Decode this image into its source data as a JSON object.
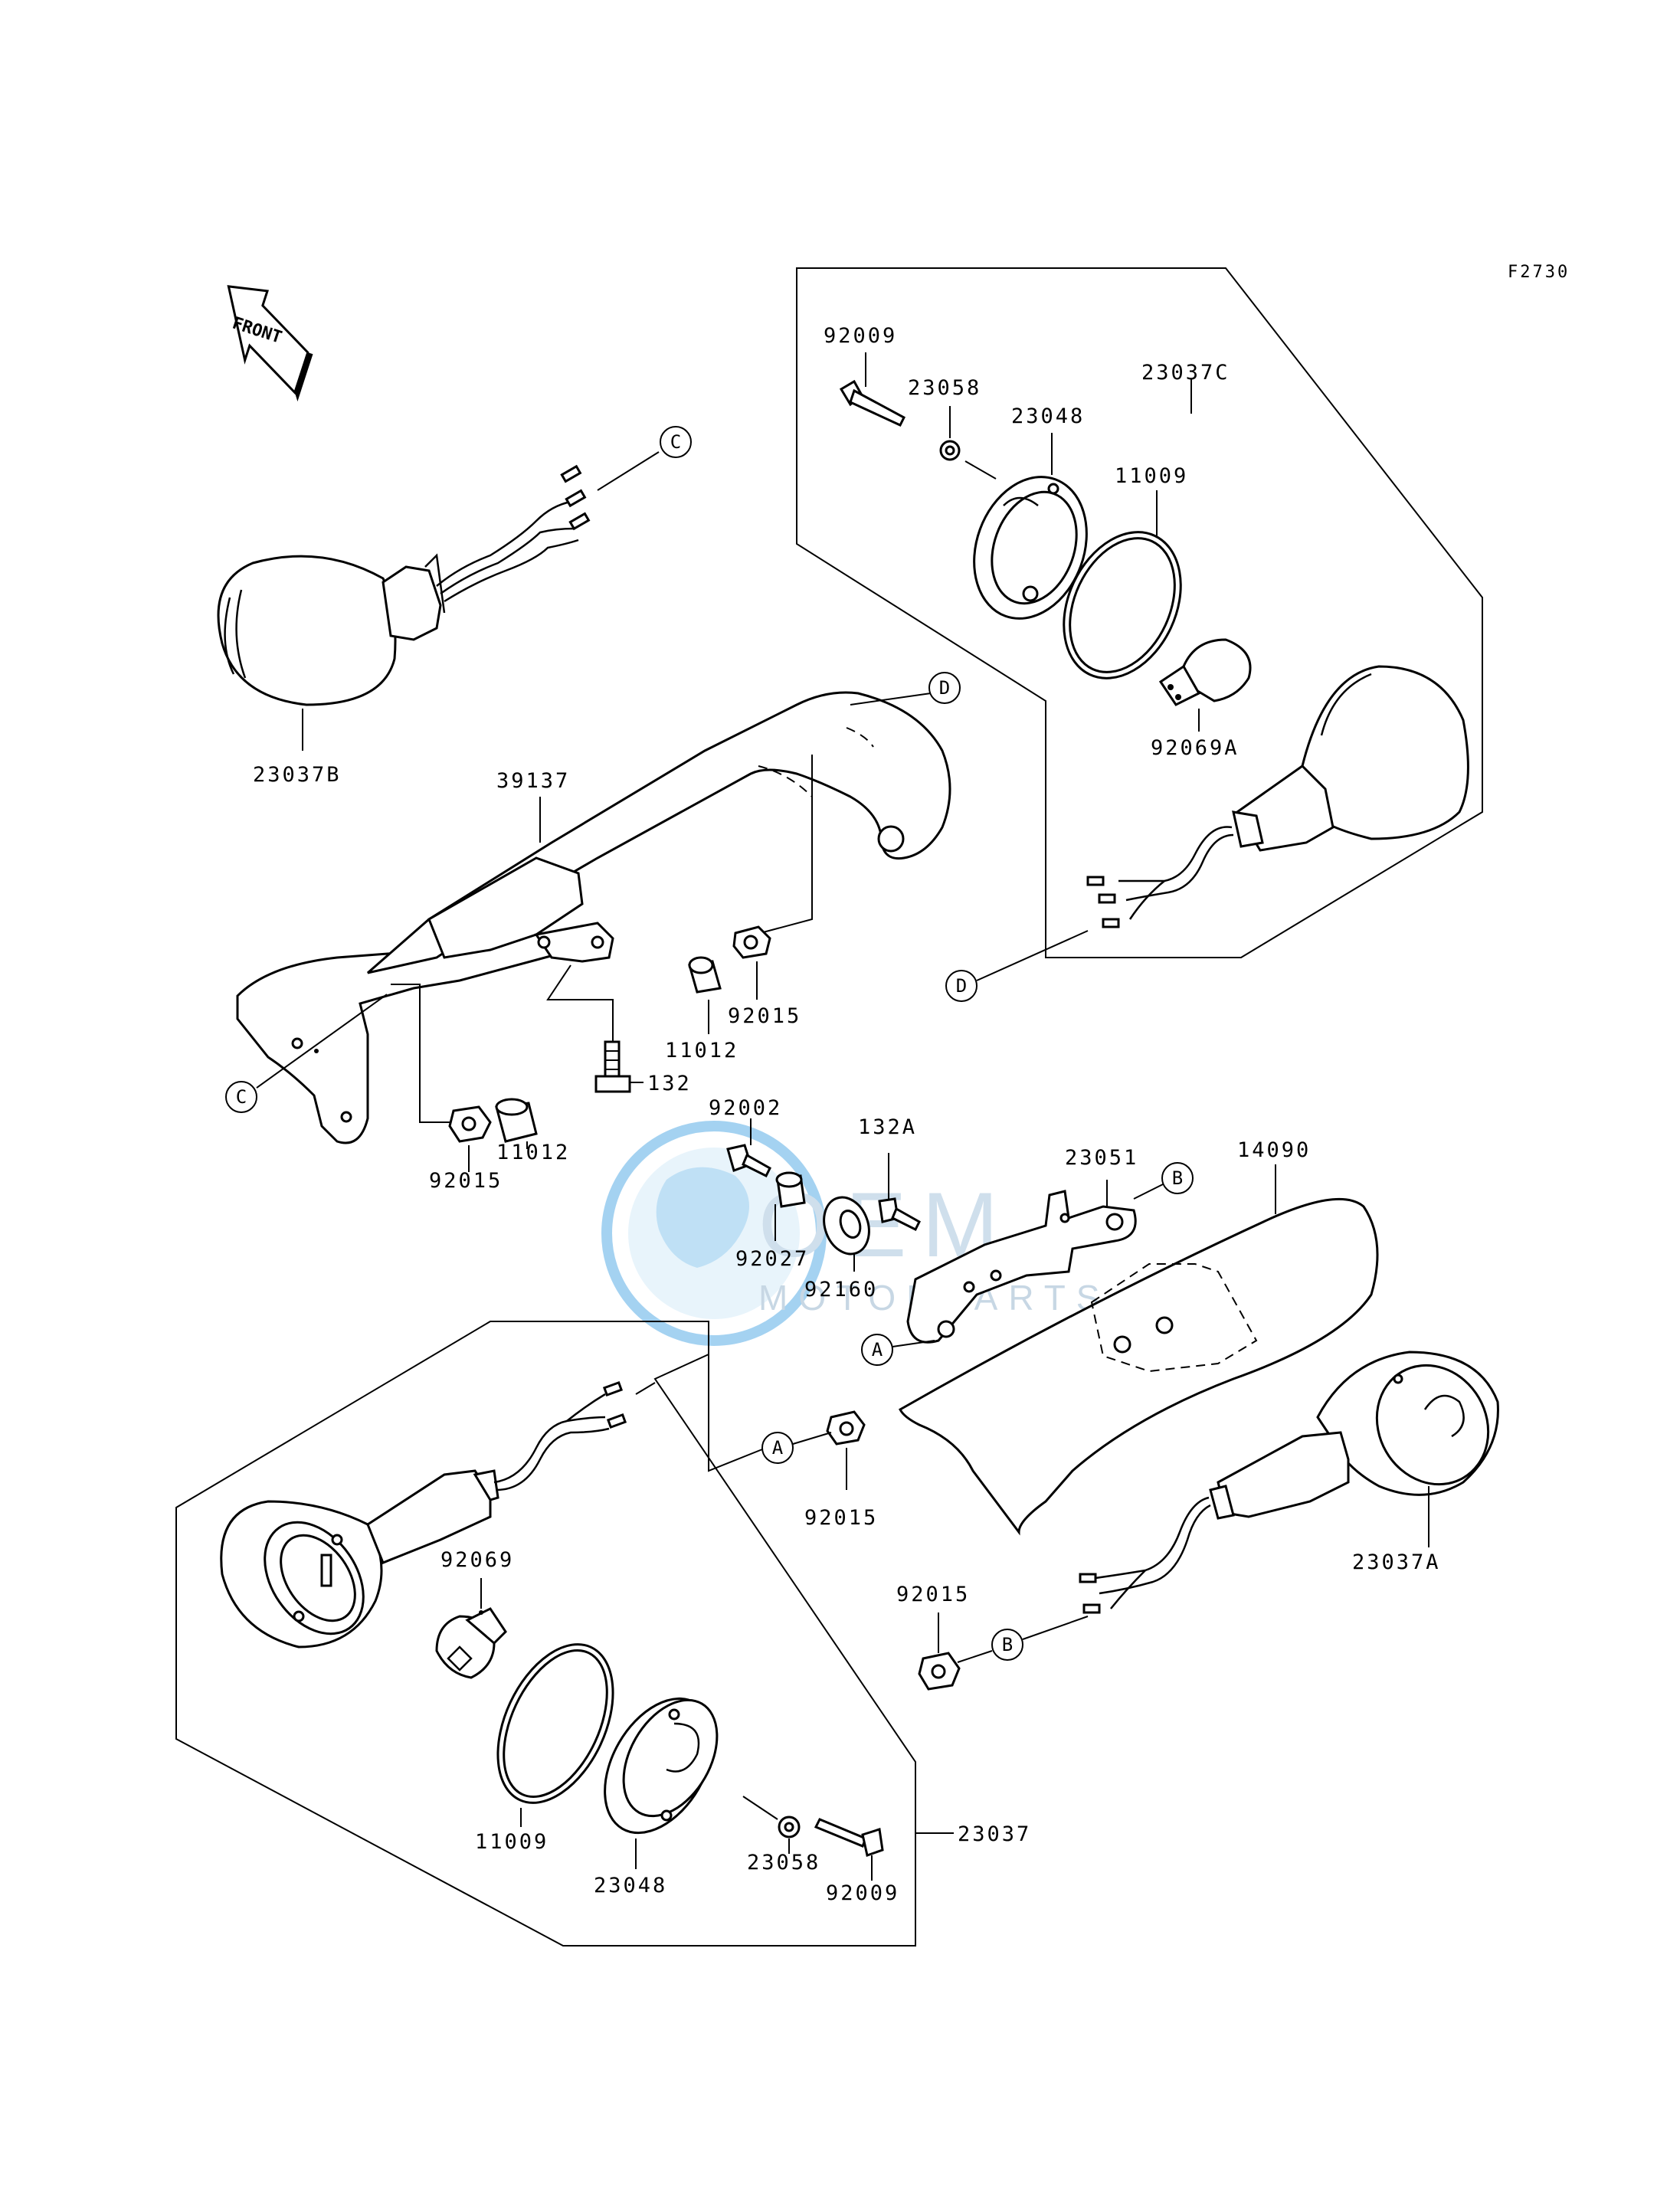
{
  "diagram_code": "F2730",
  "front_label": "FRONT",
  "watermark": {
    "line1": "OEM",
    "line2": "MOTORPARTS",
    "color": "#4a9fd8"
  },
  "callouts": {
    "p92009_top": "92009",
    "p23058_top": "23058",
    "p23048_top": "23048",
    "p23037C": "23037C",
    "p11009_top": "11009",
    "p92069A": "92069A",
    "p23037B": "23037B",
    "p39137": "39137",
    "p11012_mid": "11012",
    "p92015_mid": "92015",
    "p132": "132",
    "p11012_low": "11012",
    "p92015_left": "92015",
    "p92002": "92002",
    "p132A": "132A",
    "p23051": "23051",
    "p14090": "14090",
    "p92027": "92027",
    "p92160": "92160",
    "p92015_A": "92015",
    "p92069": "92069",
    "p23037A": "23037A",
    "p92015_B": "92015",
    "p11009_low": "11009",
    "p23048_low": "23048",
    "p23058_low": "23058",
    "p92009_low": "92009",
    "p23037": "23037"
  },
  "refs": {
    "c_top": "C",
    "c_left": "C",
    "d_top": "D",
    "d_low": "D",
    "b_right": "B",
    "b_low": "B",
    "a_mid": "A",
    "a_low": "A"
  }
}
